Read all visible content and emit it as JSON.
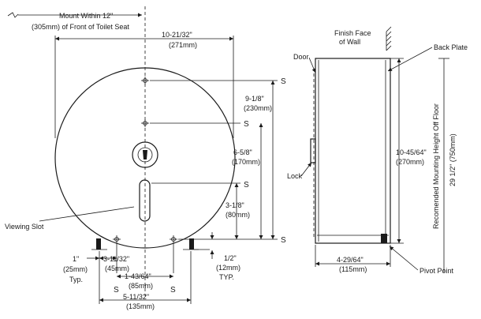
{
  "front_view": {
    "mount_note_line1": "Mount Within 12\"",
    "mount_note_line2": "(305mm) of Front of Toilet Seat",
    "width_in": "10-21/32\"",
    "width_mm": "(271mm)",
    "dim_9_in": "9-1/8\"",
    "dim_9_mm": "(230mm)",
    "dim_6_in": "6-5/8\"",
    "dim_6_mm": "(170mm)",
    "dim_3_in": "3-1/8\"",
    "dim_3_mm": "(80mm)",
    "s_label": "S",
    "viewing_slot": "Viewing Slot",
    "dim_1_in": "1\"",
    "dim_1_mm": "(25mm)",
    "dim_1_typ": "Typ.",
    "dim_311_in": "3-11/32\"",
    "dim_311_mm": "(45mm)",
    "dim_143_in": "1-43/64\"",
    "dim_143_mm": "(85mm)",
    "dim_511_in": "5-11/32\"",
    "dim_511_mm": "(135mm)",
    "dim_half_in": "1/2\"",
    "dim_half_mm": "(12mm)",
    "dim_half_typ": "TYP."
  },
  "side_view": {
    "finish_face_line1": "Finish Face",
    "finish_face_line2": "of Wall",
    "door": "Door",
    "back_plate": "Back Plate",
    "lock": "Lock",
    "height_in": "10-45/64\"",
    "height_mm": "(270mm)",
    "mounting_height": "Recomended Mounting Height Off Floor",
    "mounting_value": "29 1/2\" (750mm)",
    "depth_in": "4-29/64\"",
    "depth_mm": "(115mm)",
    "pivot_point": "Pivot Point"
  }
}
